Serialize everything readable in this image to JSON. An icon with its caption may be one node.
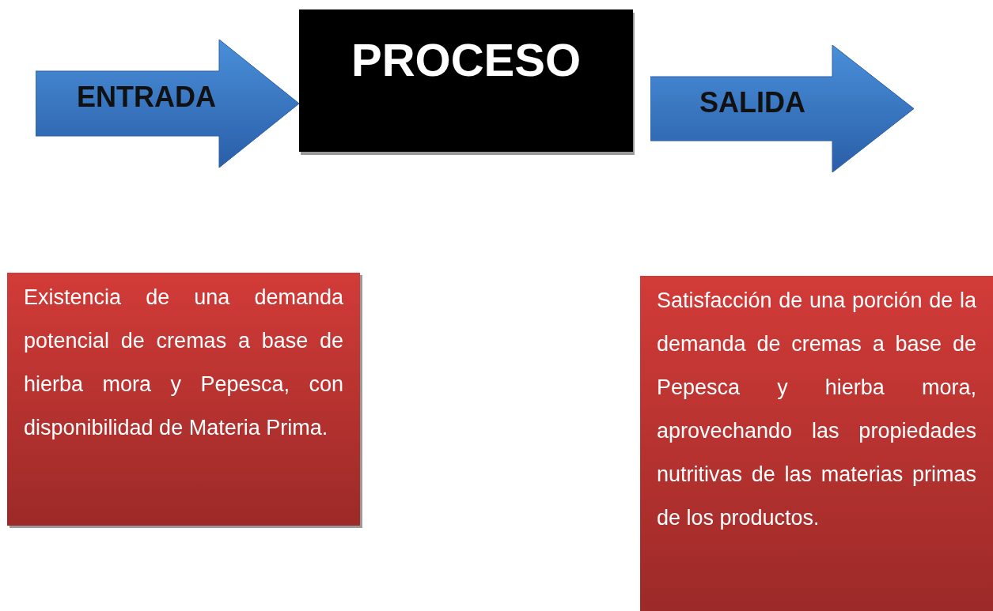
{
  "diagram": {
    "nodes": [
      {
        "text": [
          "ENTRADA"
        ]
      },
      {
        "text": [
          "PROCESO"
        ]
      },
      {
        "text": [
          "SALIDA"
        ]
      },
      {
        "text": [
          "Existencia de una demanda potencial de cremas a base de hierba mora y Pepesca, con disponibilidad de Materia Prima."
        ]
      },
      {
        "text": [
          "Satisfacción de una porción de la demanda de cremas a base de Pepesca y hierba mora, aprovechando las propiedades nutritivas de las materias primas de los productos."
        ]
      }
    ]
  }
}
